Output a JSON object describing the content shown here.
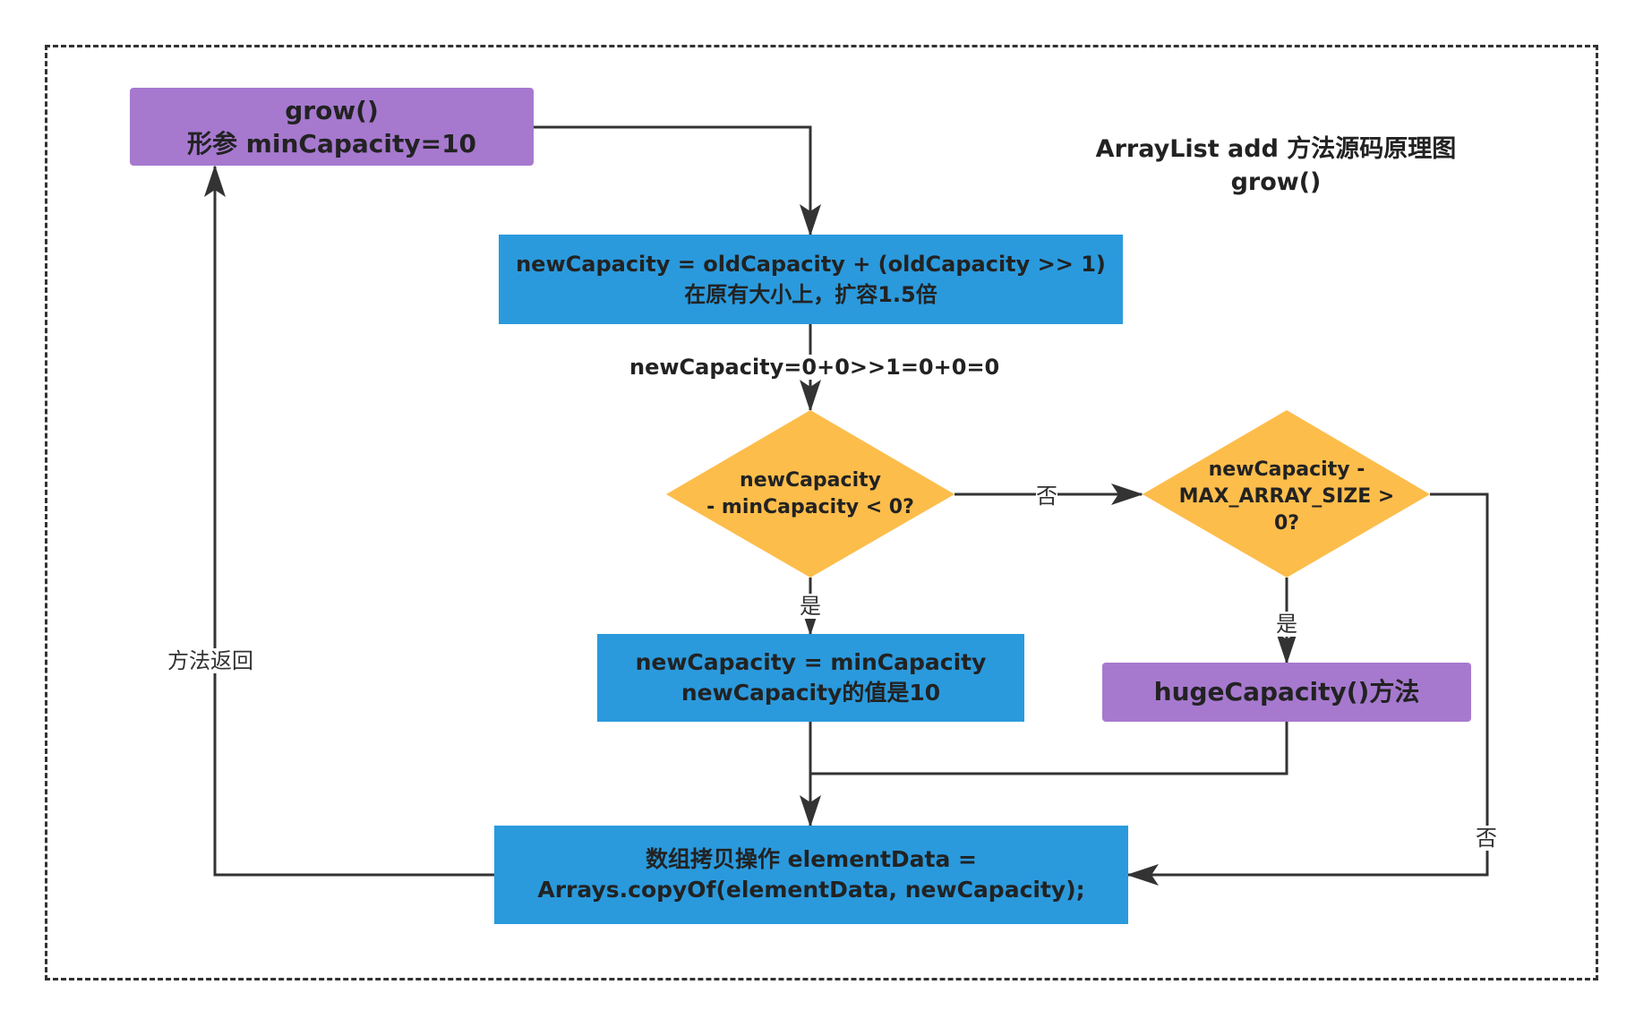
{
  "title": {
    "line1": "ArrayList add 方法源码原理图",
    "line2": "grow()"
  },
  "nodes": {
    "grow": {
      "line1": "grow()",
      "line2": "形参 minCapacity=10"
    },
    "new_capacity_calc": {
      "line1": "newCapacity = oldCapacity + (oldCapacity >> 1)",
      "line2": "在原有大小上，扩容1.5倍"
    },
    "decision_min": {
      "line1": "newCapacity",
      "line2": "- minCapacity < 0?"
    },
    "decision_max": {
      "line1": "newCapacity -",
      "line2": "MAX_ARRAY_SIZE >",
      "line3": "0?"
    },
    "assign_min": {
      "line1": "newCapacity = minCapacity",
      "line2": "newCapacity的值是10"
    },
    "huge_capacity": {
      "line1": "hugeCapacity()方法"
    },
    "array_copy": {
      "line1": "数组拷贝操作  elementData =",
      "line2": "Arrays.copyOf(elementData, newCapacity);"
    }
  },
  "edge_labels": {
    "calc_result": "newCapacity=0+0>>1=0+0=0",
    "no_1": "否",
    "yes_1": "是",
    "yes_2": "是",
    "no_2": "否",
    "method_return": "方法返回"
  },
  "colors": {
    "purple": "#a679cf",
    "blue": "#2a9add",
    "diamond": "#fdbd4b",
    "line": "#333333"
  }
}
